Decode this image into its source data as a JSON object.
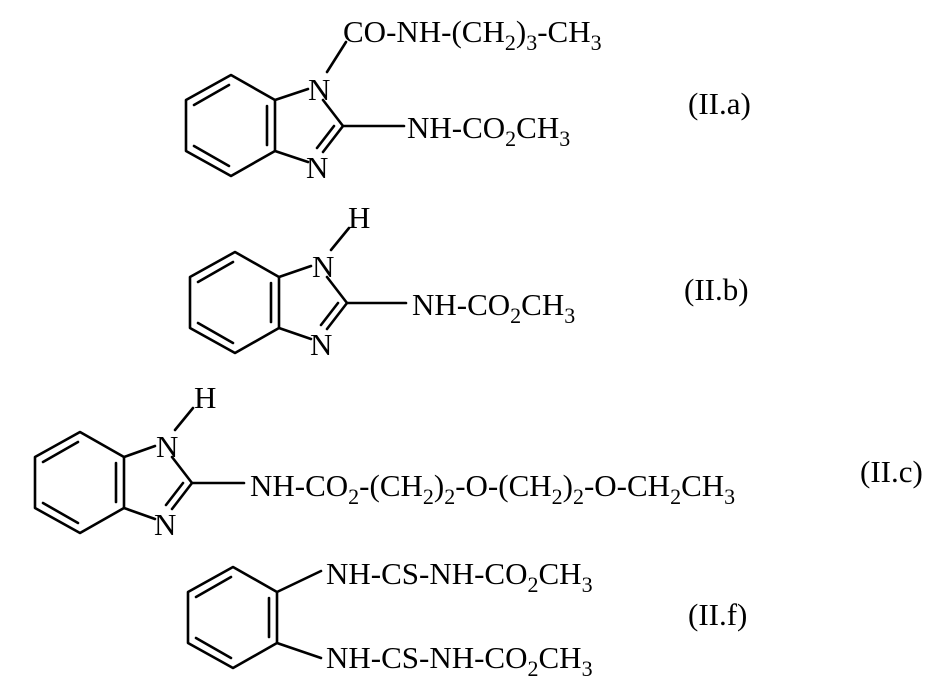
{
  "compounds": [
    {
      "id": "IIa",
      "tag": "(II.a)",
      "atom_n1": "N",
      "atom_n3": "N",
      "n1_substituent": {
        "pre": "CO-NH-(CH",
        "sub1": "2",
        "mid": ")",
        "sub2": "3",
        "post": "-CH",
        "sub3": "3"
      },
      "c2_substituent": {
        "pre": "NH-CO",
        "sub1": "2",
        "mid": "CH",
        "sub2": "3"
      }
    },
    {
      "id": "IIb",
      "tag": "(II.b)",
      "atom_h": "H",
      "atom_n1": "N",
      "atom_n3": "N",
      "c2_substituent": {
        "pre": "NH-CO",
        "sub1": "2",
        "mid": "CH",
        "sub2": "3"
      }
    },
    {
      "id": "IIc",
      "tag": "(II.c)",
      "atom_h": "H",
      "atom_n1": "N",
      "atom_n3": "N",
      "c2_substituent": {
        "t1": "NH-CO",
        "s1": "2",
        "t2": "-(CH",
        "s2": "2",
        "t3": ")",
        "s3": "2",
        "t4": "-O-(CH",
        "s4": "2",
        "t5": ")",
        "s5": "2",
        "t6": "-O-CH",
        "s6": "2",
        "t7": "CH",
        "s7": "3"
      }
    },
    {
      "id": "IIf",
      "tag": "(II.f)",
      "top_substituent": {
        "pre": "NH-CS-NH-CO",
        "sub1": "2",
        "mid": "CH",
        "sub2": "3"
      },
      "bottom_substituent": {
        "pre": "NH-CS-NH-CO",
        "sub1": "2",
        "mid": "CH",
        "sub2": "3"
      }
    }
  ]
}
